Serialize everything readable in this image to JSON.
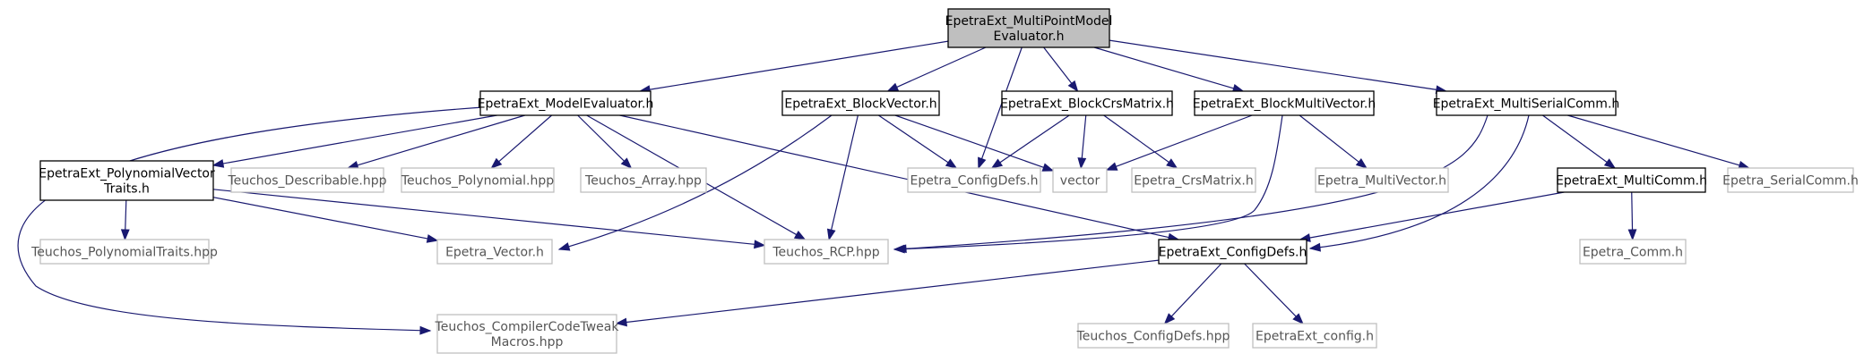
{
  "colors": {
    "edge": "#191970",
    "focus_fill": "#bfbfbf",
    "documented_border": "#000000",
    "external_border": "#bfbfbf",
    "external_text": "#555555"
  },
  "nodes": [
    {
      "id": "root",
      "lines": [
        "EpetraExt_MultiPointModel",
        "Evaluator.h"
      ],
      "kind": "focus"
    },
    {
      "id": "model_eval",
      "lines": [
        "EpetraExt_ModelEvaluator.h"
      ],
      "kind": "documented"
    },
    {
      "id": "block_vector",
      "lines": [
        "EpetraExt_BlockVector.h"
      ],
      "kind": "documented"
    },
    {
      "id": "block_crs",
      "lines": [
        "EpetraExt_BlockCrsMatrix.h"
      ],
      "kind": "documented"
    },
    {
      "id": "block_multi",
      "lines": [
        "EpetraExt_BlockMultiVector.h"
      ],
      "kind": "documented"
    },
    {
      "id": "multi_serial",
      "lines": [
        "EpetraExt_MultiSerialComm.h"
      ],
      "kind": "documented"
    },
    {
      "id": "poly_vec",
      "lines": [
        "EpetraExt_PolynomialVector",
        "Traits.h"
      ],
      "kind": "documented"
    },
    {
      "id": "describable",
      "lines": [
        "Teuchos_Describable.hpp"
      ],
      "kind": "external"
    },
    {
      "id": "polynomial",
      "lines": [
        "Teuchos_Polynomial.hpp"
      ],
      "kind": "external"
    },
    {
      "id": "array",
      "lines": [
        "Teuchos_Array.hpp"
      ],
      "kind": "external"
    },
    {
      "id": "cfg_defs",
      "lines": [
        "Epetra_ConfigDefs.h"
      ],
      "kind": "external"
    },
    {
      "id": "vector",
      "lines": [
        "vector"
      ],
      "kind": "external"
    },
    {
      "id": "crs_matrix",
      "lines": [
        "Epetra_CrsMatrix.h"
      ],
      "kind": "external"
    },
    {
      "id": "multivector",
      "lines": [
        "Epetra_MultiVector.h"
      ],
      "kind": "external"
    },
    {
      "id": "multicomm",
      "lines": [
        "EpetraExt_MultiComm.h"
      ],
      "kind": "documented"
    },
    {
      "id": "serial_comm",
      "lines": [
        "Epetra_SerialComm.h"
      ],
      "kind": "external"
    },
    {
      "id": "poly_traits",
      "lines": [
        "Teuchos_PolynomialTraits.hpp"
      ],
      "kind": "external"
    },
    {
      "id": "epetra_vector",
      "lines": [
        "Epetra_Vector.h"
      ],
      "kind": "external"
    },
    {
      "id": "rcp",
      "lines": [
        "Teuchos_RCP.hpp"
      ],
      "kind": "external"
    },
    {
      "id": "ext_cfg",
      "lines": [
        "EpetraExt_ConfigDefs.h"
      ],
      "kind": "documented"
    },
    {
      "id": "epetra_comm",
      "lines": [
        "Epetra_Comm.h"
      ],
      "kind": "external"
    },
    {
      "id": "tweak",
      "lines": [
        "Teuchos_CompilerCodeTweak",
        "Macros.hpp"
      ],
      "kind": "external"
    },
    {
      "id": "teuchos_cfg",
      "lines": [
        "Teuchos_ConfigDefs.hpp"
      ],
      "kind": "external"
    },
    {
      "id": "ext_config",
      "lines": [
        "EpetraExt_config.h"
      ],
      "kind": "external"
    }
  ],
  "edges": [
    {
      "from": "root",
      "to": "model_eval"
    },
    {
      "from": "root",
      "to": "block_vector"
    },
    {
      "from": "root",
      "to": "cfg_defs"
    },
    {
      "from": "root",
      "to": "block_crs"
    },
    {
      "from": "root",
      "to": "block_multi"
    },
    {
      "from": "root",
      "to": "multi_serial"
    },
    {
      "from": "model_eval",
      "to": "poly_vec"
    },
    {
      "from": "model_eval",
      "to": "describable"
    },
    {
      "from": "model_eval",
      "to": "polynomial"
    },
    {
      "from": "model_eval",
      "to": "array"
    },
    {
      "from": "model_eval",
      "to": "rcp"
    },
    {
      "from": "model_eval",
      "to": "ext_cfg"
    },
    {
      "from": "model_eval",
      "to": "tweak"
    },
    {
      "from": "block_vector",
      "to": "cfg_defs"
    },
    {
      "from": "block_vector",
      "to": "vector"
    },
    {
      "from": "block_vector",
      "to": "epetra_vector"
    },
    {
      "from": "block_vector",
      "to": "rcp"
    },
    {
      "from": "block_crs",
      "to": "cfg_defs"
    },
    {
      "from": "block_crs",
      "to": "vector"
    },
    {
      "from": "block_crs",
      "to": "crs_matrix"
    },
    {
      "from": "block_multi",
      "to": "vector"
    },
    {
      "from": "block_multi",
      "to": "multivector"
    },
    {
      "from": "block_multi",
      "to": "rcp"
    },
    {
      "from": "multi_serial",
      "to": "multicomm"
    },
    {
      "from": "multi_serial",
      "to": "serial_comm"
    },
    {
      "from": "multi_serial",
      "to": "rcp"
    },
    {
      "from": "multi_serial",
      "to": "ext_cfg"
    },
    {
      "from": "poly_vec",
      "to": "poly_traits"
    },
    {
      "from": "poly_vec",
      "to": "epetra_vector"
    },
    {
      "from": "poly_vec",
      "to": "rcp"
    },
    {
      "from": "multicomm",
      "to": "epetra_comm"
    },
    {
      "from": "multicomm",
      "to": "ext_cfg"
    },
    {
      "from": "ext_cfg",
      "to": "teuchos_cfg"
    },
    {
      "from": "ext_cfg",
      "to": "ext_config"
    },
    {
      "from": "ext_cfg",
      "to": "tweak"
    }
  ]
}
